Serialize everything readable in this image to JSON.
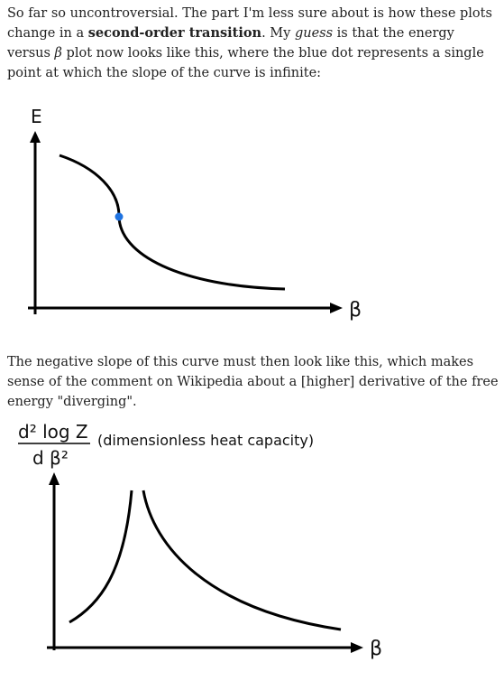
{
  "paragraph1": {
    "before": "So far so uncontroversial. The part I'm less sure about is how these plots change in a ",
    "bold": "second-order transition",
    "mid1": ". My ",
    "italic": "guess",
    "mid2": " is that the energy versus ",
    "symbol": "β",
    "after": " plot now looks like this, where the blue dot represents a single point at which the slope of the curve is infinite:"
  },
  "figure1": {
    "ylabel": "E",
    "xlabel": "β",
    "dot_color": "#1f73e0"
  },
  "paragraph2": {
    "text": "The negative slope of this curve must then look like this, which makes sense of the comment on Wikipedia about a [higher] derivative of the free energy \"diverging\"."
  },
  "figure2": {
    "ylabel_numerator": "d² log Z",
    "ylabel_denominator": "d β²",
    "ylabel_note": "(dimensionless heat capacity)",
    "xlabel": "β"
  }
}
